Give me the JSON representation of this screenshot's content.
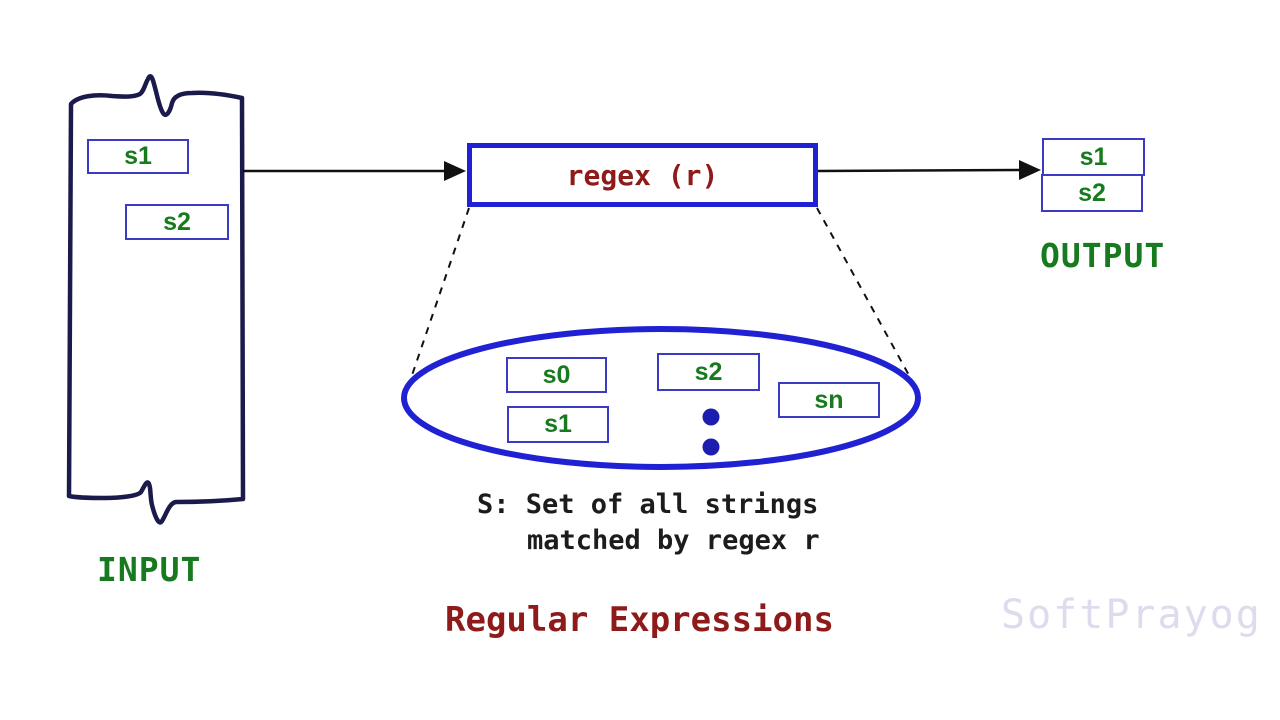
{
  "diagram": {
    "title": "Regular Expressions",
    "watermark": "SoftPrayog",
    "input": {
      "label": "INPUT",
      "items": [
        "s1",
        "s2"
      ]
    },
    "regex_box": {
      "label": "regex (r)"
    },
    "output": {
      "label": "OUTPUT",
      "items": [
        "s1",
        "s2"
      ]
    },
    "string_set": {
      "items": [
        "s0",
        "s1",
        "s2",
        "sn"
      ],
      "caption_line1": "S: Set of all strings",
      "caption_line2": "matched by regex r"
    },
    "colors": {
      "primary_blue": "#2121d4",
      "small_box_blue": "#3a3ac2",
      "container_navy": "#1b1b4b",
      "label_green": "#187a1e",
      "title_dark_red": "#8e1a1a",
      "caption_black": "#1c1c1c",
      "watermark_lavender": "#dcdcee",
      "arrow_black": "#111111"
    }
  }
}
